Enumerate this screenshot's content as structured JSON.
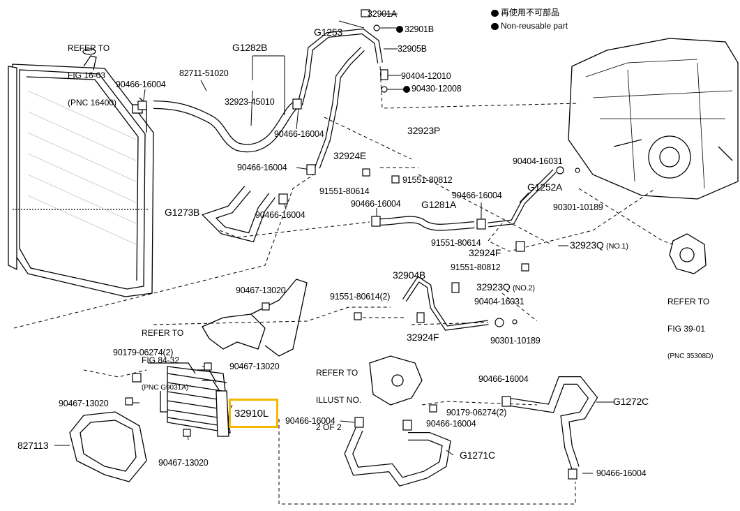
{
  "legend": {
    "items": [
      {
        "icon": "filled-circle",
        "text": "再使用不可部品"
      },
      {
        "icon": "filled-circle",
        "text": "Non-reusable part"
      }
    ]
  },
  "highlight": {
    "part": "32910L",
    "color": "#f5b800"
  },
  "references": {
    "radiator": [
      "REFER TO",
      "FIG 16-03",
      "(PNC 16400)"
    ],
    "bracket": [
      "REFER TO",
      "FIG 84-32",
      "(PNC G9031A)"
    ],
    "illust": [
      "REFER TO",
      "ILLUST NO.",
      "2 OF 2"
    ],
    "pump": [
      "REFER TO",
      "FIG 39-01",
      "(PNC 35308D)"
    ]
  },
  "parts": {
    "p32901A": "32901A",
    "p32901B": "32901B",
    "p32905B": "32905B",
    "p90404_12010": "90404-12010",
    "p90430_12008": "90430-12008",
    "pG1253": "G1253",
    "pG1282B": "G1282B",
    "p82711_51020": "82711-51020",
    "p90466_16004_a": "90466-16004",
    "p32923_45010": "32923-45010",
    "p90466_16004_b": "90466-16004",
    "p90466_16004_c": "90466-16004",
    "p32923P": "32923P",
    "p32924E": "32924E",
    "p91551_80614_a": "91551-80614",
    "p91551_80812_a": "91551-80812",
    "p90404_16031_a": "90404-16031",
    "pG1252A": "G1252A",
    "p90466_16004_d": "90466-16004",
    "p90466_16004_e": "90466-16004",
    "pG1281A": "G1281A",
    "p90301_10189_a": "90301-10189",
    "pG1273B": "G1273B",
    "p90466_16004_f": "90466-16004",
    "p91551_80614_b": "91551-80614",
    "p32924F_a": "32924F",
    "p32923Q_1": "32923Q",
    "p32923Q_1_note": "(NO.1)",
    "p91551_80812_b": "91551-80812",
    "p32904B": "32904B",
    "p32923Q_2": "32923Q",
    "p32923Q_2_note": "(NO.2)",
    "p91551_80614_c": "91551-80614(2)",
    "p90404_16031_b": "90404-16031",
    "p32924F_b": "32924F",
    "p90301_10189_b": "90301-10189",
    "p90467_13020_a": "90467-13020",
    "p90179_06274_a": "90179-06274(2)",
    "p90467_13020_b": "90467-13020",
    "p90467_13020_c": "90467-13020",
    "p32910L": "32910L",
    "p827113": "827113",
    "p90467_13020_d": "90467-13020",
    "p90466_16004_g": "90466-16004",
    "p90179_06274_b": "90179-06274(2)",
    "p90466_16004_h": "90466-16004",
    "p90466_16004_i": "90466-16004",
    "pG1272C": "G1272C",
    "pG1271C": "G1271C",
    "p90466_16004_j": "90466-16004"
  }
}
